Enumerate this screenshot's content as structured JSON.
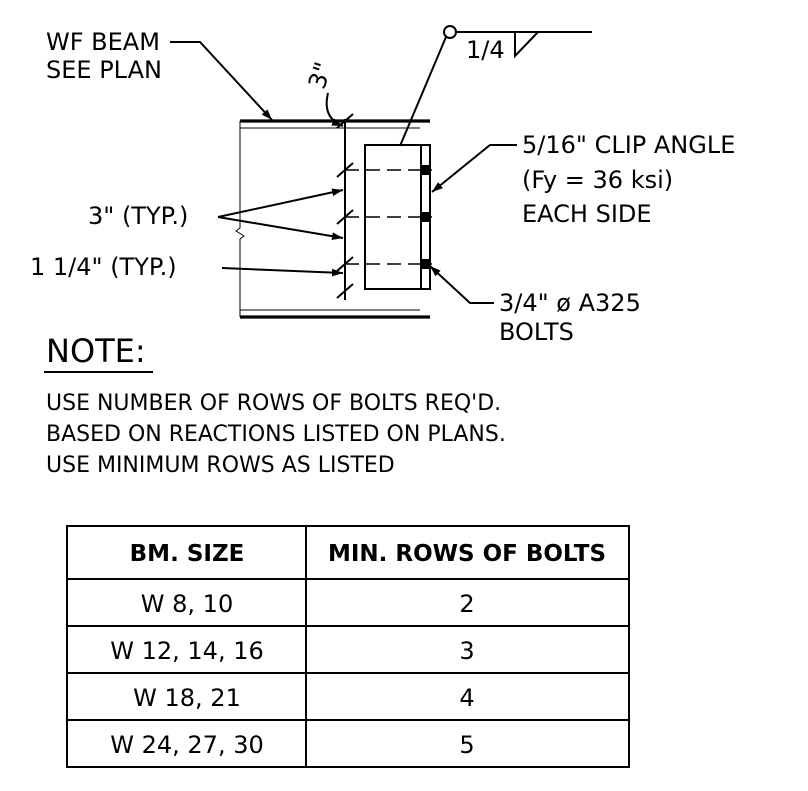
{
  "detail": {
    "beam_label_1": "WF BEAM",
    "beam_label_2": "SEE PLAN",
    "weld_size": "1/4",
    "top_dim": "3\"",
    "clip_label_1": "5/16\" CLIP ANGLE",
    "clip_label_2": "(Fy = 36 ksi)",
    "clip_label_3": "EACH SIDE",
    "spacing_label": "3\" (TYP.)",
    "edge_label": "1 1/4\" (TYP.)",
    "bolt_label_1": "3/4\" ø A325",
    "bolt_label_2": "BOLTS"
  },
  "note": {
    "title": "NOTE:",
    "lines": [
      "USE NUMBER OF ROWS OF BOLTS REQ'D.",
      "BASED ON REACTIONS LISTED ON PLANS.",
      "USE MINIMUM ROWS AS LISTED"
    ]
  },
  "table": {
    "headers": [
      "BM. SIZE",
      "MIN. ROWS OF BOLTS"
    ],
    "rows": [
      [
        "W 8, 10",
        "2"
      ],
      [
        "W 12, 14, 16",
        "3"
      ],
      [
        "W 18, 21",
        "4"
      ],
      [
        "W 24, 27, 30",
        "5"
      ]
    ]
  }
}
